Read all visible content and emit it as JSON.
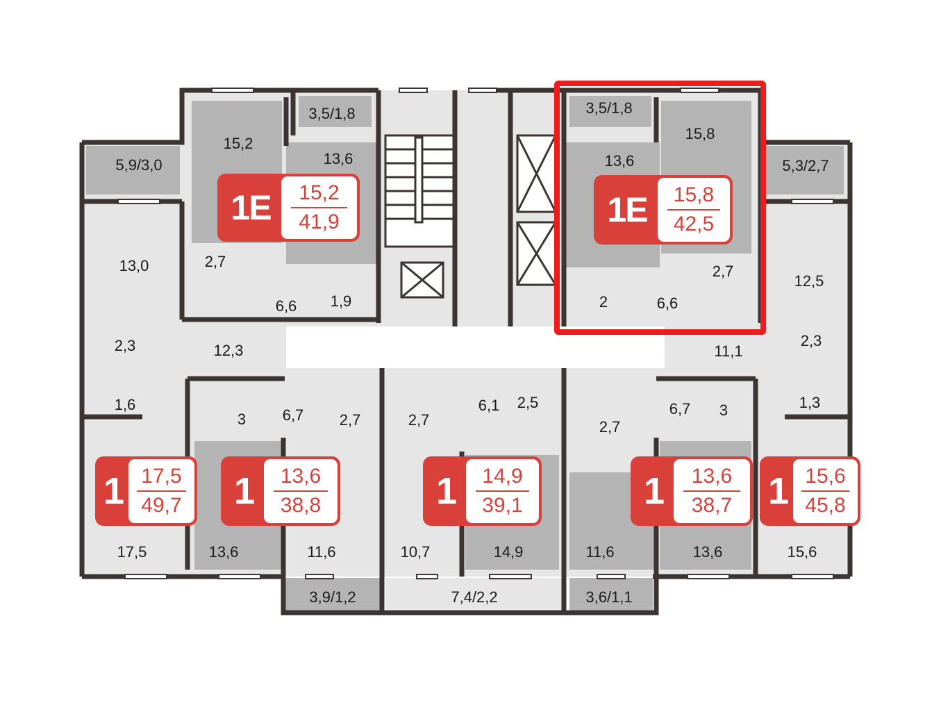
{
  "floor_plan": {
    "rooms": [
      {
        "id": "r1",
        "label": "5,9/3,0"
      },
      {
        "id": "r2",
        "label": "15,2"
      },
      {
        "id": "r3",
        "label": "3,5/1,8"
      },
      {
        "id": "r4",
        "label": "13,6"
      },
      {
        "id": "r5",
        "label": "13,0"
      },
      {
        "id": "r6",
        "label": "2,7"
      },
      {
        "id": "r7",
        "label": "6,6"
      },
      {
        "id": "r8",
        "label": "1,9"
      },
      {
        "id": "r9",
        "label": "2,3"
      },
      {
        "id": "r10",
        "label": "12,3"
      },
      {
        "id": "r11",
        "label": "1,6"
      },
      {
        "id": "r12",
        "label": "3"
      },
      {
        "id": "r13",
        "label": "6,7"
      },
      {
        "id": "r14",
        "label": "2,7"
      },
      {
        "id": "r15",
        "label": "2,7"
      },
      {
        "id": "r16",
        "label": "6,1"
      },
      {
        "id": "r17",
        "label": "2,5"
      },
      {
        "id": "r18",
        "label": "3,5/1,8"
      },
      {
        "id": "r19",
        "label": "15,8"
      },
      {
        "id": "r20",
        "label": "13,6"
      },
      {
        "id": "r21",
        "label": "5,3/2,7"
      },
      {
        "id": "r22",
        "label": "2,7"
      },
      {
        "id": "r23",
        "label": "12,5"
      },
      {
        "id": "r24",
        "label": "2"
      },
      {
        "id": "r25",
        "label": "6,6"
      },
      {
        "id": "r26",
        "label": "11,1"
      },
      {
        "id": "r27",
        "label": "2,3"
      },
      {
        "id": "r28",
        "label": "1,3"
      },
      {
        "id": "r29",
        "label": "6,7"
      },
      {
        "id": "r30",
        "label": "3"
      },
      {
        "id": "r31",
        "label": "2,7"
      },
      {
        "id": "r32",
        "label": "17,5"
      },
      {
        "id": "r33",
        "label": "13,6"
      },
      {
        "id": "r34",
        "label": "11,6"
      },
      {
        "id": "r35",
        "label": "10,7"
      },
      {
        "id": "r36",
        "label": "14,9"
      },
      {
        "id": "r37",
        "label": "11,6"
      },
      {
        "id": "r38",
        "label": "13,6"
      },
      {
        "id": "r39",
        "label": "15,6"
      },
      {
        "id": "r40",
        "label": "3,9/1,2"
      },
      {
        "id": "r41",
        "label": "7,4/2,2"
      },
      {
        "id": "r42",
        "label": "3,6/1,1"
      }
    ],
    "apartments": [
      {
        "type": "1E",
        "living": "15,2",
        "total": "41,9"
      },
      {
        "type": "1E",
        "living": "15,8",
        "total": "42,5",
        "selected": true
      },
      {
        "type": "1",
        "living": "17,5",
        "total": "49,7"
      },
      {
        "type": "1",
        "living": "13,6",
        "total": "38,8"
      },
      {
        "type": "1",
        "living": "14,9",
        "total": "39,1"
      },
      {
        "type": "1",
        "living": "13,6",
        "total": "38,7"
      },
      {
        "type": "1",
        "living": "15,6",
        "total": "45,8"
      }
    ],
    "colors": {
      "badge": "#d9403a",
      "highlight": "#ee1c1c",
      "wall": "#3b3432",
      "room_dark": "#b4b4b4",
      "room_light": "#e6e6e6"
    }
  }
}
